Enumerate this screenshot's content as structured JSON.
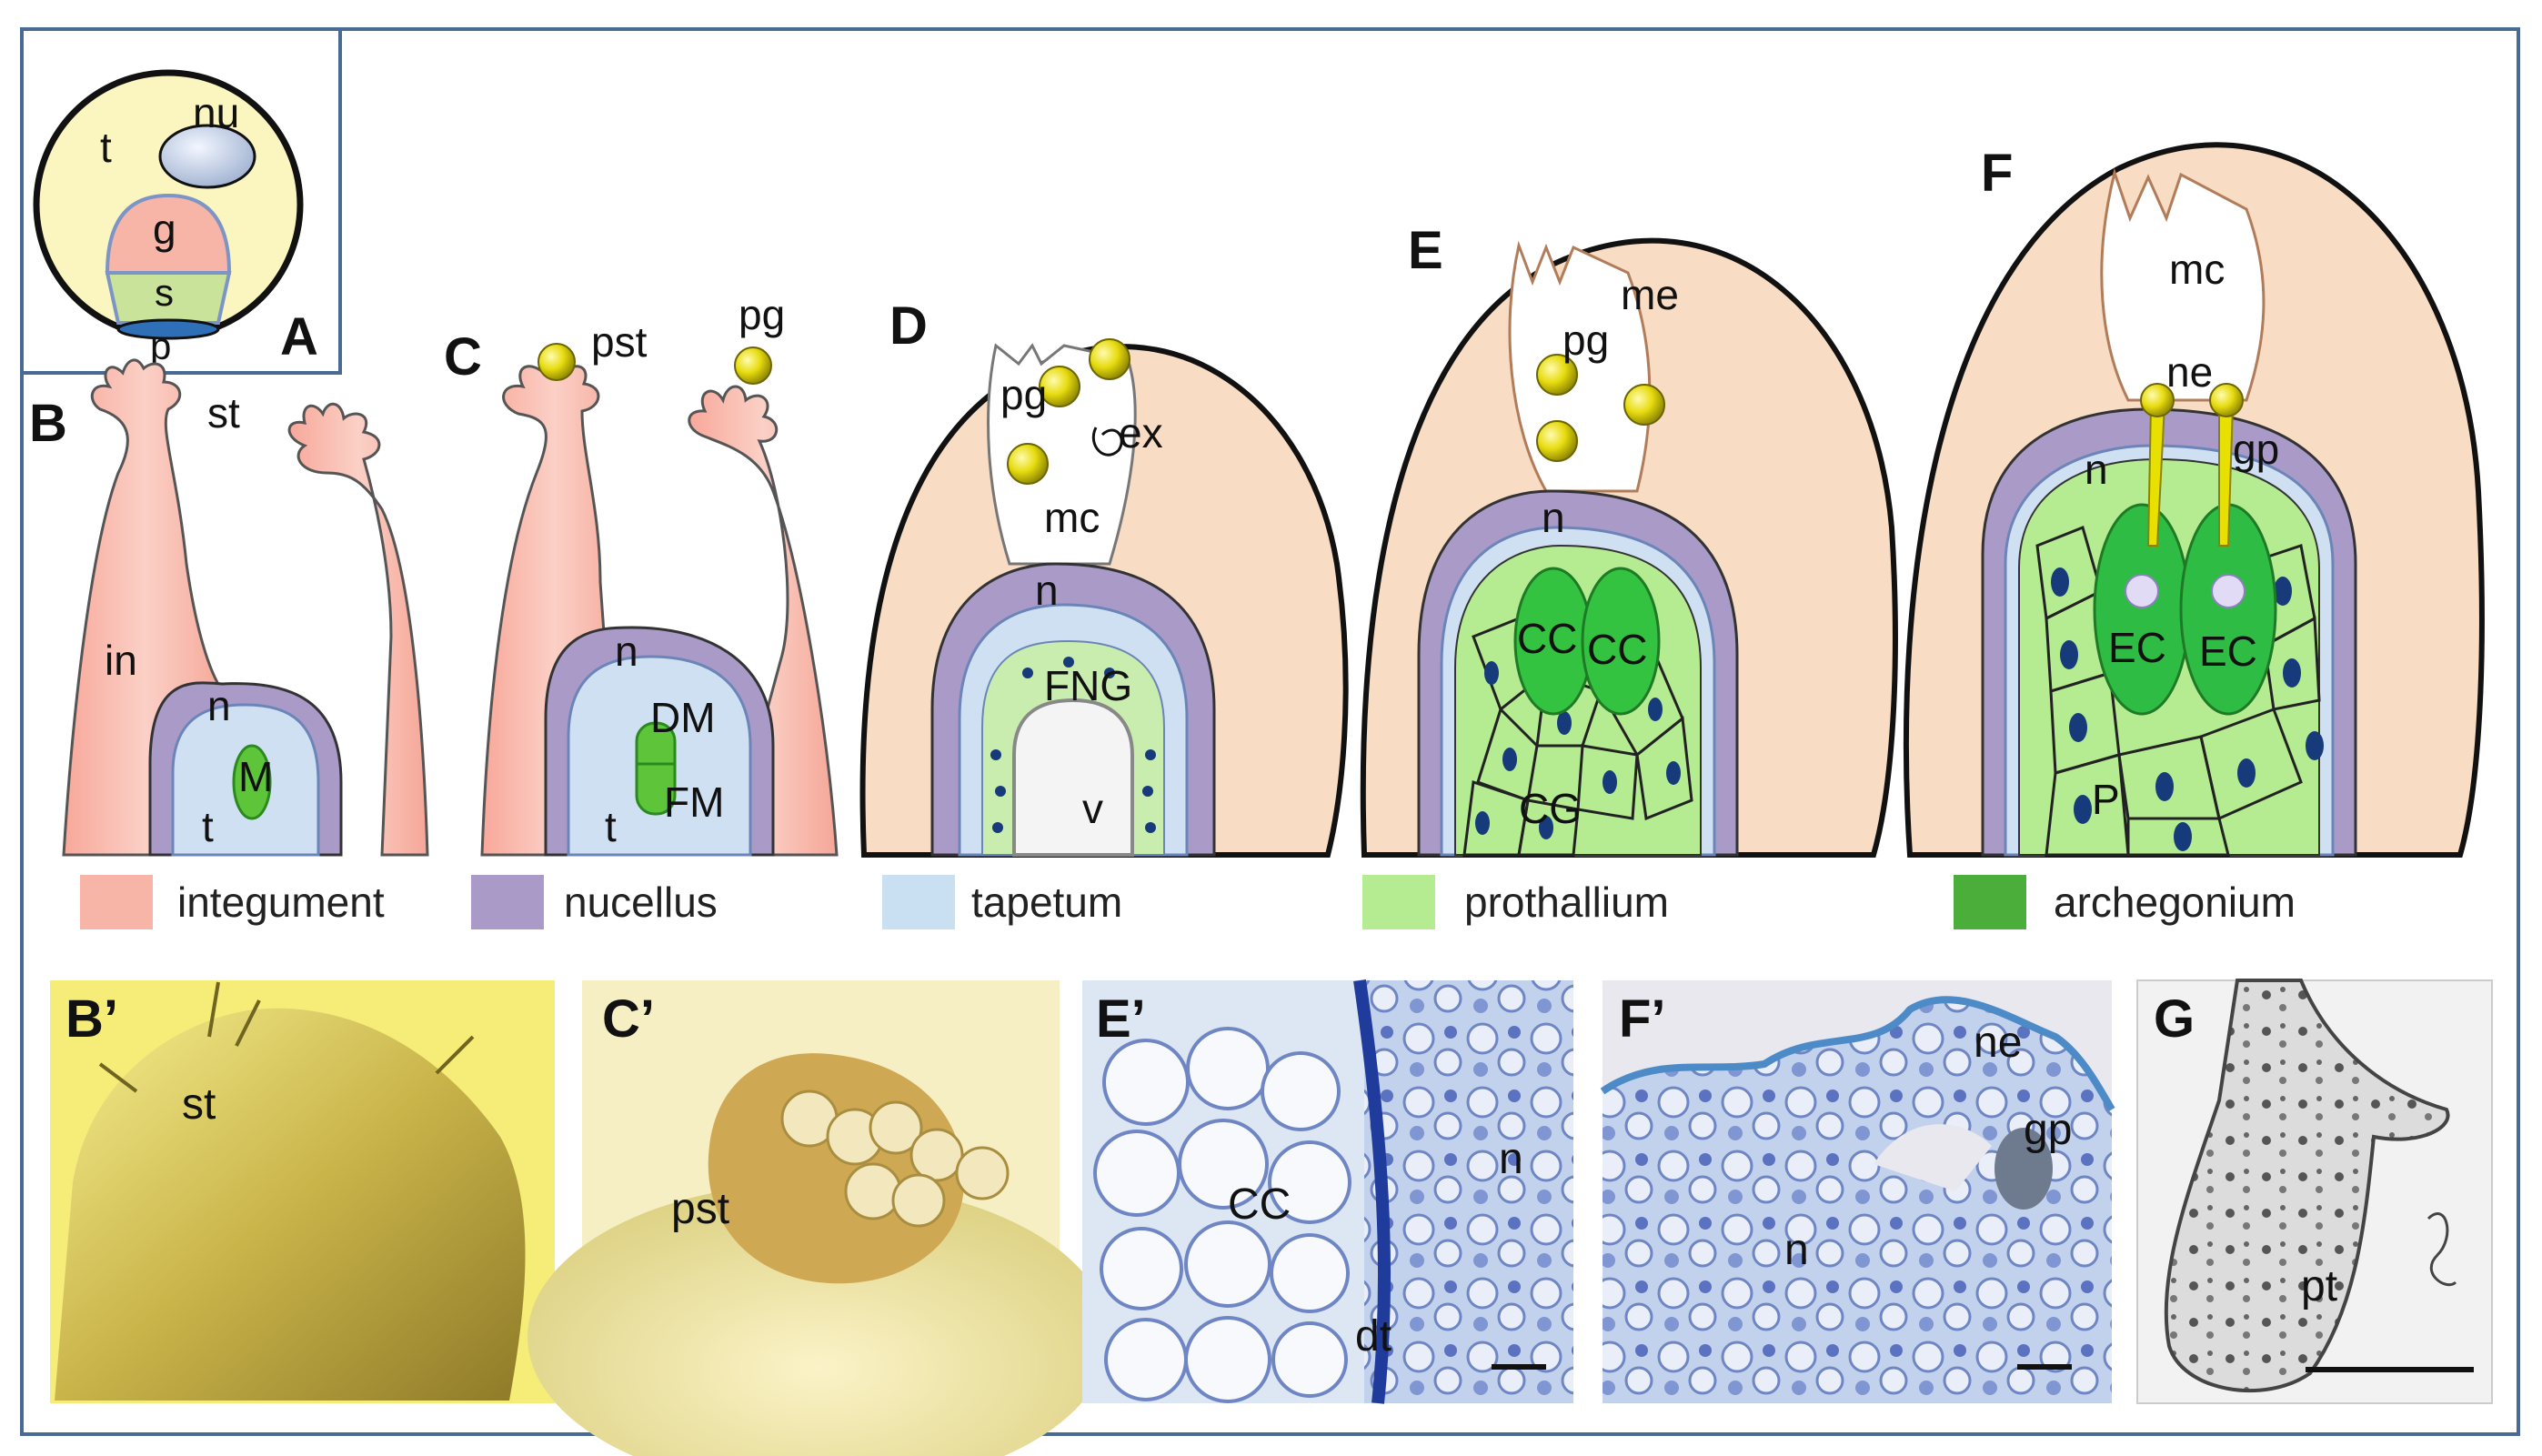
{
  "panels": {
    "A": {
      "letter": "A",
      "labels": {
        "t": "t",
        "nu": "nu",
        "g": "g",
        "s": "s",
        "p": "p"
      }
    },
    "B": {
      "letter": "B",
      "labels": {
        "st": "st",
        "in": "in",
        "n": "n",
        "M": "M",
        "t": "t"
      }
    },
    "C": {
      "letter": "C",
      "labels": {
        "pst": "pst",
        "pg": "pg",
        "n": "n",
        "DM": "DM",
        "FM": "FM",
        "t": "t"
      }
    },
    "D": {
      "letter": "D",
      "labels": {
        "pg": "pg",
        "ex": "ex",
        "mc": "mc",
        "n": "n",
        "FNG": "FNG",
        "v": "v"
      }
    },
    "E": {
      "letter": "E",
      "labels": {
        "me": "me",
        "pg": "pg",
        "n": "n",
        "cc1": "CC",
        "cc2": "CC",
        "CG": "CG"
      }
    },
    "F": {
      "letter": "F",
      "labels": {
        "mc": "mc",
        "ne": "ne",
        "n": "n",
        "gp": "gp",
        "ec1": "EC",
        "ec2": "EC",
        "P": "P"
      }
    }
  },
  "legend": [
    {
      "label": "integument",
      "color": "#f6b5a6"
    },
    {
      "label": "nucellus",
      "color": "#a99ac8"
    },
    {
      "label": "tapetum",
      "color": "#c9dff2"
    },
    {
      "label": "prothallium",
      "color": "#b5ec92"
    },
    {
      "label": "archegonium",
      "color": "#4cae3a"
    }
  ],
  "photos": {
    "Bp": {
      "letter": "B’",
      "labels": {
        "st": "st"
      }
    },
    "Cp": {
      "letter": "C’",
      "labels": {
        "pst": "pst"
      }
    },
    "Ep": {
      "letter": "E’",
      "labels": {
        "CC": "CC",
        "n": "n",
        "dt": "dt"
      }
    },
    "Fp": {
      "letter": "F’",
      "labels": {
        "ne": "ne",
        "gp": "gp",
        "n": "n"
      }
    },
    "G": {
      "letter": "G",
      "labels": {
        "pt": "pt"
      }
    }
  },
  "colors": {
    "integument": "#f6b5a6",
    "nucellus": "#a99ac8",
    "tapetum": "#c9dff2",
    "prothallium": "#b5ec92",
    "archegonium": "#4cae3a",
    "megagametophyte_wall": "#f8dcc4",
    "pollen": "#e8df1a",
    "frame": "#4a6a96"
  }
}
